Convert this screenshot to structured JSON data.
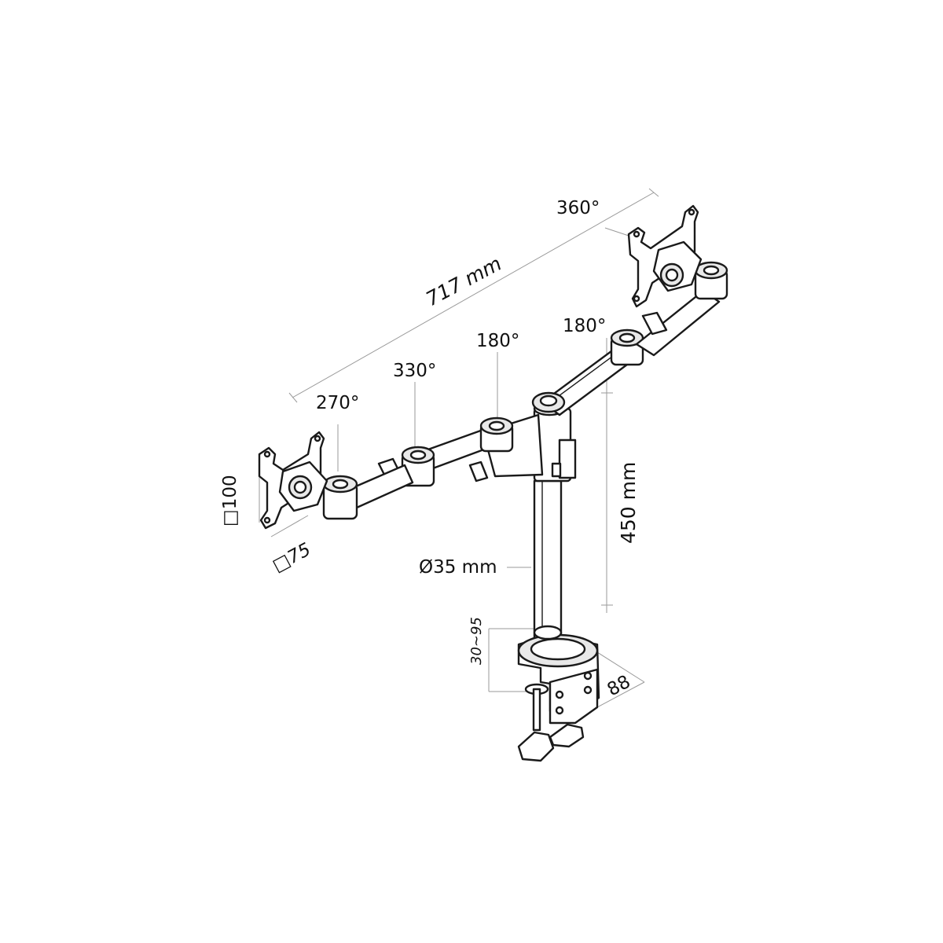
{
  "dimensions": {
    "total_width": "717 mm",
    "pole_height": "450 mm",
    "pole_diameter": "Ø35 mm",
    "vesa_vertical": "□100",
    "vesa_horizontal": "□75",
    "desk_thickness": "30~95",
    "clamp_depth": "88"
  },
  "rotations": {
    "left_plate": "270°",
    "left_mid_joint": "330°",
    "left_inner_joint": "180°",
    "right_inner_joint": "180°",
    "right_plate": "360°"
  },
  "colors": {
    "line": "#1a1a1a",
    "dimension_line": "#9a9a9a",
    "background": "#ffffff"
  }
}
